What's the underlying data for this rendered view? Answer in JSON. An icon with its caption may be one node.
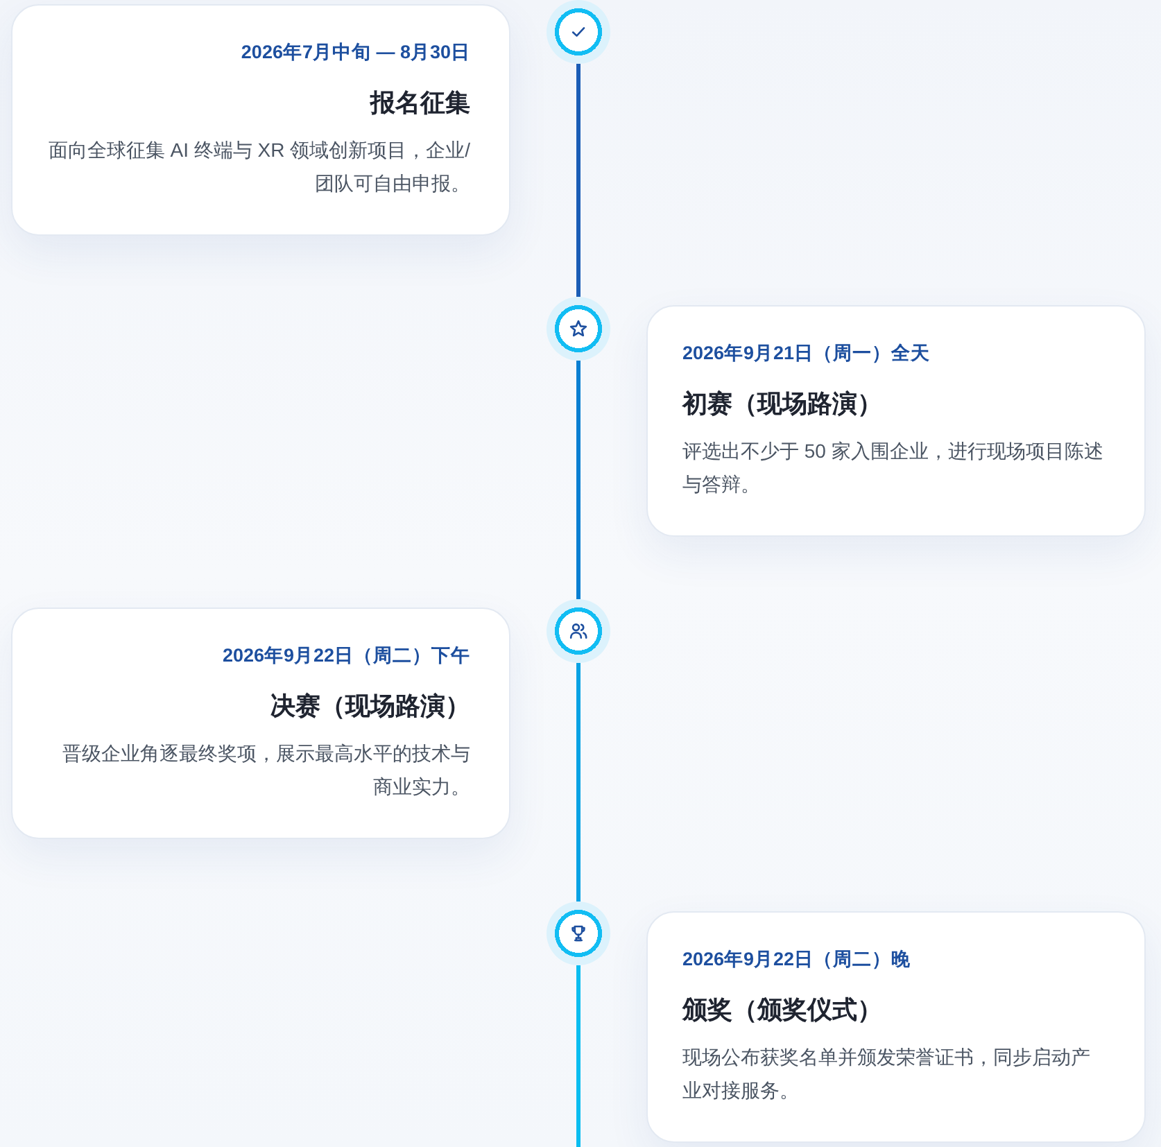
{
  "diagram": {
    "nodes": [
      {
        "text": [],
        "shape": "circle"
      },
      {
        "text": [
          "2026年7月中旬 — 8月30日",
          "报名征集",
          "面向全球征集 AI 终端与 XR 领域创新项目，企业/团队可自由申报。"
        ]
      },
      {
        "text": [],
        "shape": "circle"
      },
      {
        "text": [
          "2026年9月21日（周一）全天",
          "初赛（现场路演）",
          "评选出不少于 50 家入围企业，进行现场项目陈述与答辩。"
        ]
      },
      {
        "text": [],
        "shape": "circle"
      },
      {
        "text": [
          "2026年9月22日（周二）下午",
          "决赛（现场路演）",
          "晋级企业角逐最终奖项，展示最高水平的技术与商业实力。"
        ]
      },
      {
        "text": [],
        "shape": "circle"
      },
      {
        "text": [
          "2026年9月22日（周二）晚",
          "颁奖（颁奖仪式）",
          "现场公布获奖名单并颁发荣誉证书，同步启动产业对接服务。"
        ]
      }
    ],
    "edges": [
      {
        "from": 0,
        "to": 2,
        "arrow": "none",
        "color": "#1a5db6"
      },
      {
        "from": 2,
        "to": 4,
        "arrow": "none",
        "color": "#0a7fd2"
      },
      {
        "from": 4,
        "to": 6,
        "arrow": "none",
        "color": "#08a2e4"
      },
      {
        "from": 6,
        "to": null,
        "arrow": "none",
        "color": "#0abdf0"
      }
    ]
  }
}
